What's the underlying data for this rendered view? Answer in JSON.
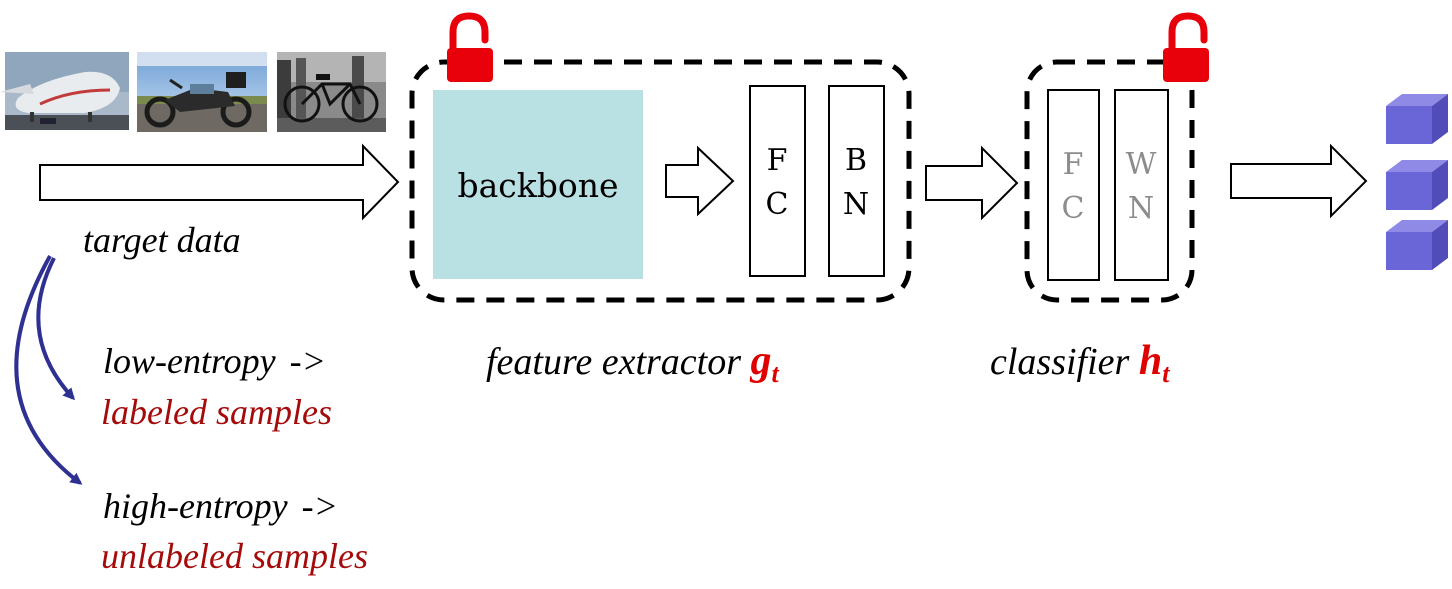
{
  "target_label": "target data",
  "backbone_label": "backbone",
  "feature_extractor": {
    "layers": [
      {
        "line1": "F",
        "line2": "C"
      },
      {
        "line1": "B",
        "line2": "N"
      }
    ],
    "caption": "feature extractor",
    "symbol": "g",
    "subscript": "t"
  },
  "classifier": {
    "layers": [
      {
        "line1": "F",
        "line2": "C"
      },
      {
        "line1": "W",
        "line2": "N"
      }
    ],
    "caption": "classifier",
    "symbol": "h",
    "subscript": "t"
  },
  "split": [
    {
      "condition": "low-entropy",
      "arrow_text": "->",
      "result": "labeled samples"
    },
    {
      "condition": "high-entropy",
      "arrow_text": "->",
      "result": "unlabeled samples"
    }
  ],
  "colors": {
    "backbone_fill": "#b9e0e3",
    "lock": "#e8000b",
    "accent_red": "#e00000",
    "result_text": "#a50b0b",
    "curve_arrow": "#2e3192",
    "cube": "#6b66d8",
    "classifier_text": "#8c8c8c"
  },
  "icons": {
    "lock": "unlocked-padlock-icon",
    "output": "cube-icon"
  }
}
